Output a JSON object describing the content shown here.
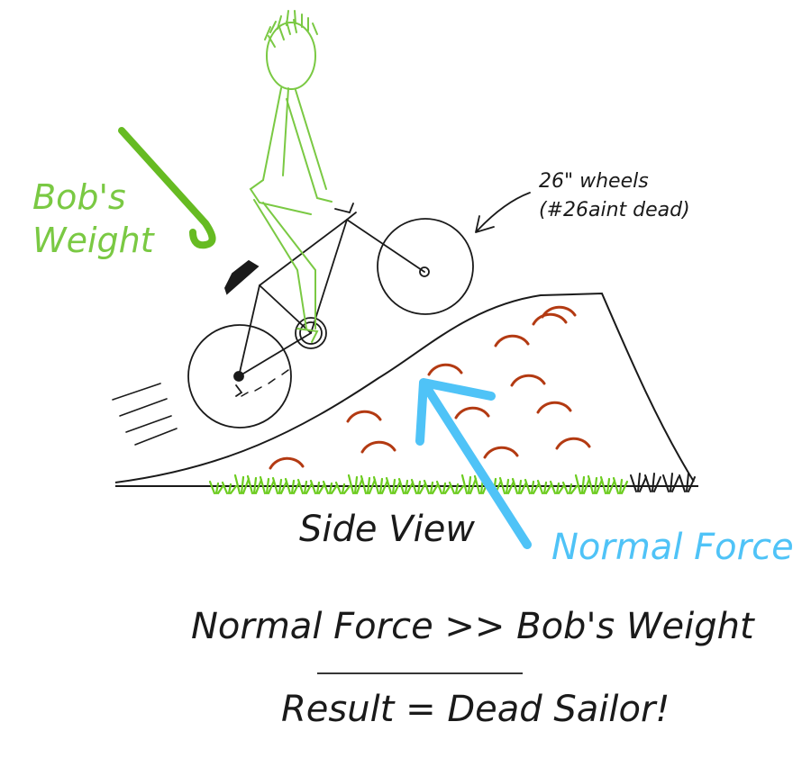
{
  "colors": {
    "ink": "#1a1a1a",
    "rider": "#7ac943",
    "weight_arrow": "#66bb22",
    "normal": "#4fc3f7",
    "bumps": "#b33a12",
    "grass": "#6ccc1f"
  },
  "labels": {
    "weight": [
      "Bob's",
      "Weight"
    ],
    "wheels_note": [
      "26\" wheels",
      "(#26aint dead)"
    ],
    "side_view": "Side View",
    "normal_force": "Normal Force",
    "comparison": "Normal Force >> Bob's Weight",
    "result": "Result = Dead Sailor!"
  }
}
